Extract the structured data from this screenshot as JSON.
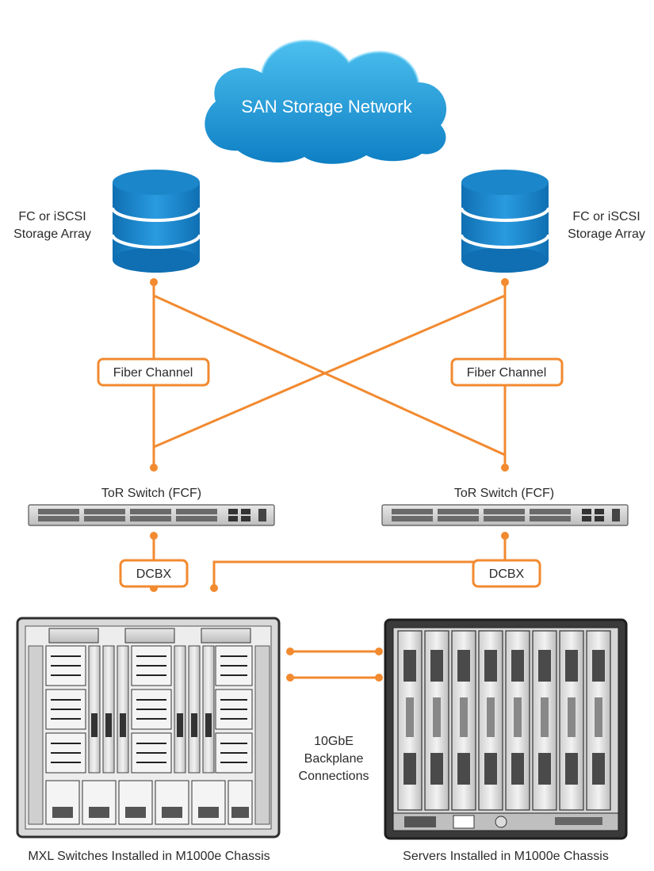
{
  "cloud": {
    "label": "SAN Storage Network"
  },
  "storage_left": {
    "line1": "FC or iSCSI",
    "line2": "Storage Array"
  },
  "storage_right": {
    "line1": "FC or iSCSI",
    "line2": "Storage Array"
  },
  "fiber_left": {
    "label": "Fiber Channel"
  },
  "fiber_right": {
    "label": "Fiber Channel"
  },
  "tor_left": {
    "label": "ToR Switch (FCF)"
  },
  "tor_right": {
    "label": "ToR Switch (FCF)"
  },
  "dcbx_left": {
    "label": "DCBX"
  },
  "dcbx_right": {
    "label": "DCBX"
  },
  "backplane": {
    "line1": "10GbE",
    "line2": "Backplane",
    "line3": "Connections"
  },
  "chassis_left": {
    "caption": "MXL Switches Installed in M1000e Chassis"
  },
  "chassis_right": {
    "caption": "Servers Installed in M1000e Chassis"
  },
  "colors": {
    "cloud": "#1fa3dc",
    "cylinder": "#1b86c9",
    "link": "#f28a30",
    "chassis": "#3a3a3a"
  }
}
